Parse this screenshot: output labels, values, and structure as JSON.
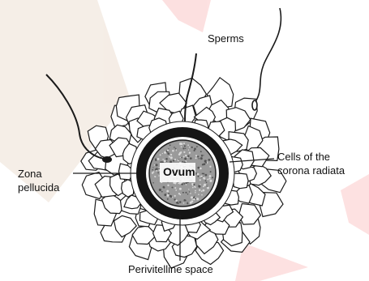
{
  "labels": {
    "sperms": "Sperms",
    "cells_corona": [
      "Cells of the",
      "corona radiata"
    ],
    "zona_pellucida": [
      "Zona",
      "pellucida"
    ],
    "ovum": "Ovum",
    "perivitelline": "Perivitelline space"
  },
  "colors": {
    "line": "#1a1a1a",
    "zona": "#151515",
    "ovum_speckle": "#8a8a8a",
    "watermark": "#f25a5a"
  }
}
